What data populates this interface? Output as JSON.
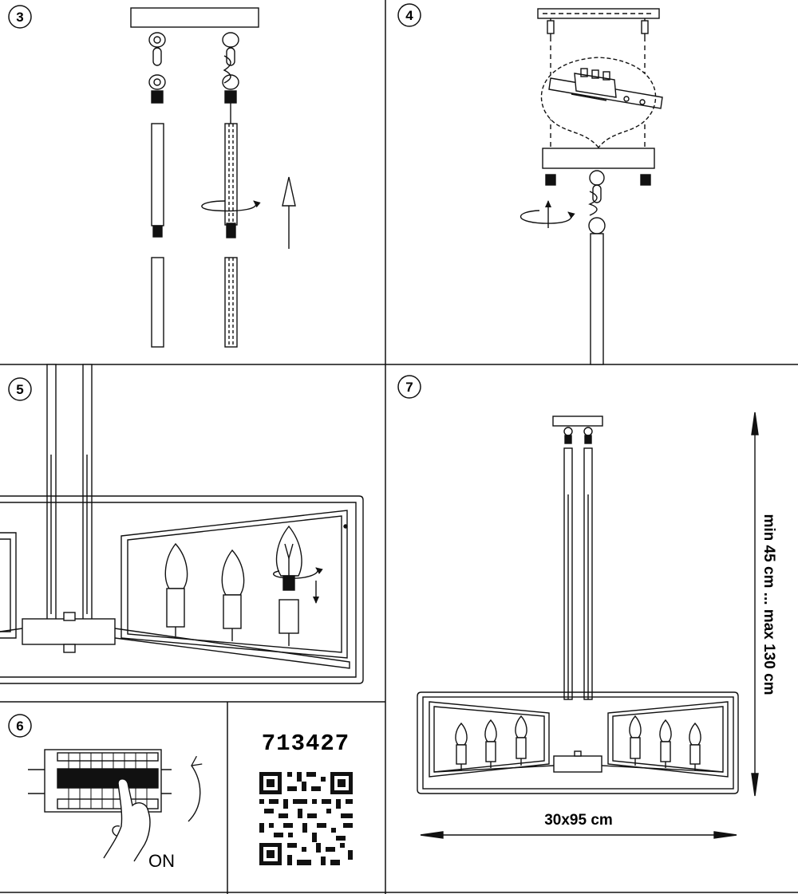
{
  "steps": [
    "3",
    "4",
    "5",
    "6",
    "7"
  ],
  "product_code": "713427",
  "switch_label": "ON",
  "dimensions": {
    "width": "30x95 cm",
    "height": "min 45 cm ... max 130 cm"
  },
  "icons": {
    "qr": "qr-code-icon",
    "rotate": "rotate-arrow-icon",
    "up": "up-arrow-icon",
    "breaker": "circuit-breaker-icon"
  },
  "colors": {
    "line": "#111111",
    "background": "#ffffff"
  }
}
